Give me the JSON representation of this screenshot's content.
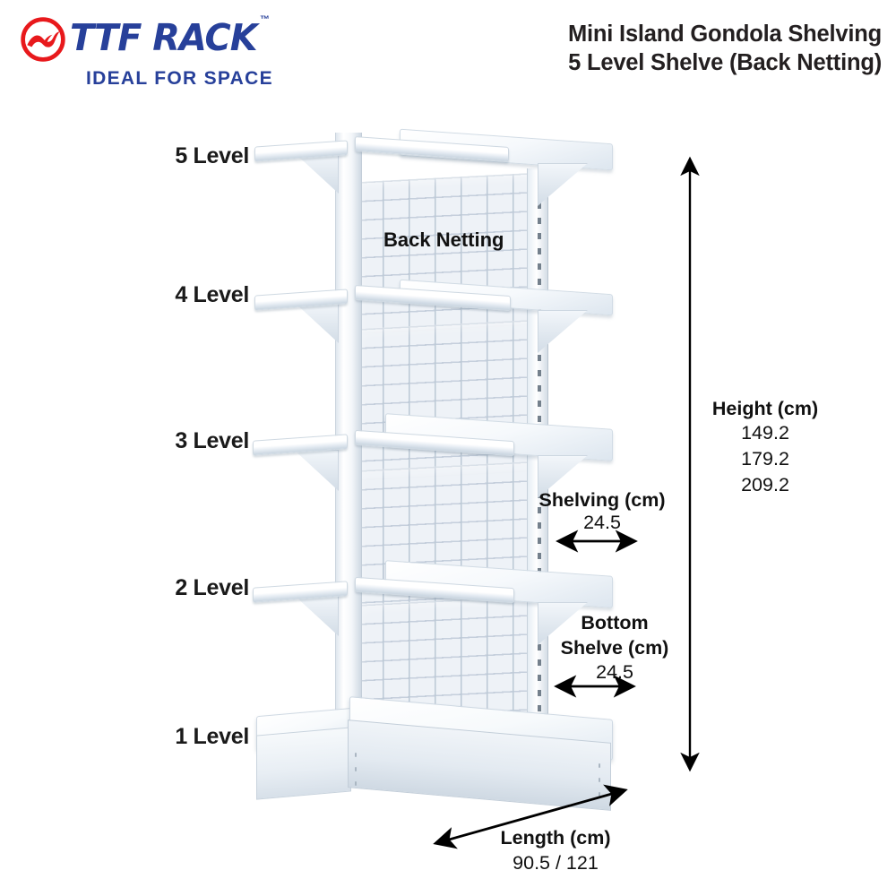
{
  "header": {
    "logo": {
      "mark_name": "ttf-rack-circular-wave-logo",
      "wordmark": "TTF RACK",
      "trademark": "™",
      "tagline": "IDEAL FOR SPACE",
      "brand_blue": "#27409A",
      "brand_red": "#E8191C"
    },
    "title_line1": "Mini Island Gondola Shelving",
    "title_line2": "5 Level Shelve (Back Netting)"
  },
  "levels": [
    {
      "label": "5 Level"
    },
    {
      "label": "4 Level"
    },
    {
      "label": "3 Level"
    },
    {
      "label": "2 Level"
    },
    {
      "label": "1 Level"
    }
  ],
  "callouts": {
    "back_netting": "Back Netting",
    "height": {
      "title": "Height (cm)",
      "values": [
        "149.2",
        "179.2",
        "209.2"
      ]
    },
    "shelving": {
      "title": "Shelving (cm)",
      "value": "24.5"
    },
    "bottom_shelve": {
      "title_line1": "Bottom",
      "title_line2": "Shelve (cm)",
      "value": "24.5"
    },
    "length": {
      "title": "Length (cm)",
      "value": "90.5 / 121"
    }
  },
  "arrows": {
    "height_arrow": "vertical-double-arrow",
    "shelving_arrow": "horizontal-double-arrow",
    "bottom_arrow": "horizontal-double-arrow",
    "length_arrow": "diagonal-double-arrow"
  }
}
